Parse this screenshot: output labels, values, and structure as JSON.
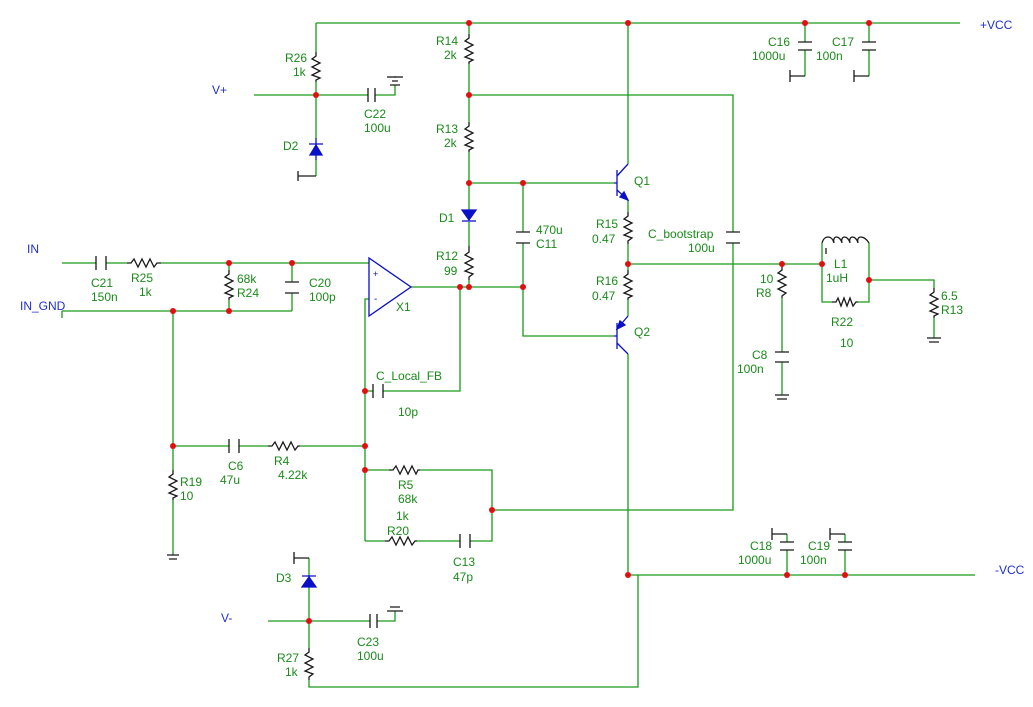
{
  "schematic": {
    "nets": {
      "in": "IN",
      "in_gnd": "IN_GND",
      "v_plus": "V+",
      "v_minus": "V-",
      "vcc_pos": "+VCC",
      "vcc_neg": "-VCC"
    },
    "components": {
      "r26": {
        "ref": "R26",
        "value": "1k"
      },
      "c22": {
        "ref": "C22",
        "value": "100u"
      },
      "d2": {
        "ref": "D2"
      },
      "r14": {
        "ref": "R14",
        "value": "2k"
      },
      "r13": {
        "ref": "R13",
        "value": "2k"
      },
      "d1": {
        "ref": "D1"
      },
      "r12": {
        "ref": "R12",
        "value": "99"
      },
      "c11": {
        "ref": "C11",
        "value": "470u"
      },
      "q1": {
        "ref": "Q1"
      },
      "r15": {
        "ref": "R15",
        "value": "0.47"
      },
      "r16": {
        "ref": "R16",
        "value": "0.47"
      },
      "q2": {
        "ref": "Q2"
      },
      "c_bootstrap": {
        "ref": "C_bootstrap",
        "value": "100u"
      },
      "c16": {
        "ref": "C16",
        "value": "1000u"
      },
      "c17": {
        "ref": "C17",
        "value": "100n"
      },
      "r8": {
        "ref": "R8",
        "value": "10"
      },
      "l1": {
        "ref": "L1",
        "value": "1uH"
      },
      "r22": {
        "ref": "R22",
        "value": "10"
      },
      "r13_load": {
        "ref": "R13",
        "value": "6.5"
      },
      "c8": {
        "ref": "C8",
        "value": "100n"
      },
      "c21": {
        "ref": "C21",
        "value": "150n"
      },
      "r25": {
        "ref": "R25",
        "value": "1k"
      },
      "r24": {
        "ref": "R24",
        "value": "68k"
      },
      "c20": {
        "ref": "C20",
        "value": "100p"
      },
      "x1": {
        "ref": "X1"
      },
      "c_local_fb": {
        "ref": "C_Local_FB",
        "value": "10p"
      },
      "c6": {
        "ref": "C6",
        "value": "47u"
      },
      "r4": {
        "ref": "R4",
        "value": "4.22k"
      },
      "r19": {
        "ref": "R19",
        "value": "10"
      },
      "r5": {
        "ref": "R5",
        "value": "68k"
      },
      "r20": {
        "ref": "R20",
        "value": "1k"
      },
      "c13": {
        "ref": "C13",
        "value": "47p"
      },
      "c18": {
        "ref": "C18",
        "value": "1000u"
      },
      "c19": {
        "ref": "C19",
        "value": "100n"
      },
      "d3": {
        "ref": "D3"
      },
      "c23": {
        "ref": "C23",
        "value": "100u"
      },
      "r27": {
        "ref": "R27",
        "value": "1k"
      }
    },
    "opamp_pins": {
      "plus": "+",
      "minus": "-"
    }
  }
}
